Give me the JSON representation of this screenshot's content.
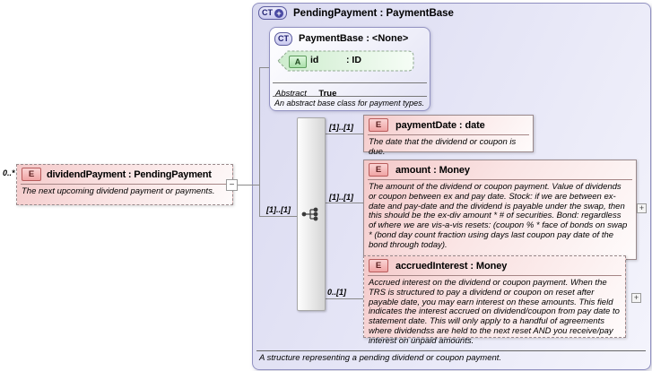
{
  "outer": {
    "badge": "CT",
    "badge_plus": "+",
    "title": "PendingPayment : PaymentBase",
    "footer": "A structure representing a pending dividend or coupon payment."
  },
  "base_type": {
    "badge": "CT",
    "title": "PaymentBase : <None>",
    "attribute": {
      "badge": "A",
      "name": "id",
      "type": ": ID"
    },
    "facets": [
      {
        "label": "Abstract",
        "value": "True"
      }
    ],
    "description": "An abstract base class for payment types."
  },
  "source_element": {
    "multiplicity": "0..*",
    "badge": "E",
    "title": "dividendPayment : PendingPayment",
    "description": "The next upcoming dividend payment or payments.",
    "collapse_glyph": "−"
  },
  "sequence_group": {
    "multiplicity": "[1]..[1]",
    "icon": "sequence-compositor"
  },
  "child_elements": [
    {
      "badge": "E",
      "multiplicity": "[1]..[1]",
      "title": "paymentDate : date",
      "description": "The date that the dividend or coupon is due."
    },
    {
      "badge": "E",
      "multiplicity": "[1]..[1]",
      "title": "amount   : Money",
      "description": "The amount of the dividend or coupon payment. Value of dividends or coupon between ex and pay date. Stock: if we are between ex-date and pay-date and the dividend is payable under the swap, then this should be the ex-div amount * # of securities. Bond: regardless of where we are vis-a-vis resets: (coupon % * face of bonds on swap * (bond day count fraction using days last coupon pay date of the bond through today).",
      "expand_glyph": "+"
    },
    {
      "badge": "E",
      "multiplicity": "0..[1]",
      "title": "accruedInterest : Money",
      "description": "Accrued interest on the dividend or coupon payment. When the TRS is structured to pay a dividend or coupon on reset after payable date, you may earn interest on these amounts. This field indicates the interest accrued on dividend/coupon from pay date to statement date. This will only apply to a handful of agreements where dividendss are held to the next reset AND you receive/pay interest on unpaid amounts.",
      "expand_glyph": "+"
    }
  ],
  "colors": {
    "container_fill": "#e2e2f4",
    "container_border": "#9191c1",
    "element_fill": "#f4c9c9",
    "attribute_fill": "#d2eed2",
    "compositor_fill": "#e8e8e8"
  }
}
